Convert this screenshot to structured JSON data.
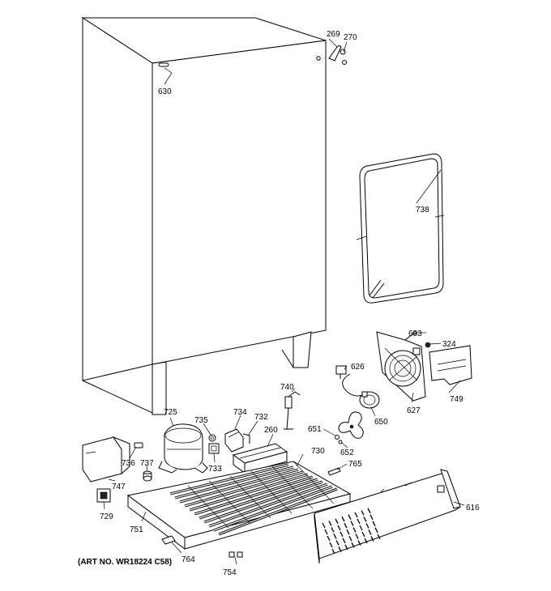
{
  "diagram": {
    "art_number": "(ART NO. WR18224 C58)",
    "part_labels": {
      "p269": "269",
      "p270": "270",
      "p630": "630",
      "p738": "738",
      "p683": "683",
      "p324": "324",
      "p626": "626",
      "p740": "740",
      "p749": "749",
      "p627": "627",
      "p650": "650",
      "p651": "651",
      "p652": "652",
      "p765": "765",
      "p725": "725",
      "p735": "735",
      "p734": "734",
      "p732": "732",
      "p260": "260",
      "p730": "730",
      "p733": "733",
      "p736": "736",
      "p737": "737",
      "p747": "747",
      "p729": "729",
      "p751": "751",
      "p764": "764",
      "p754": "754",
      "p616": "616"
    }
  }
}
